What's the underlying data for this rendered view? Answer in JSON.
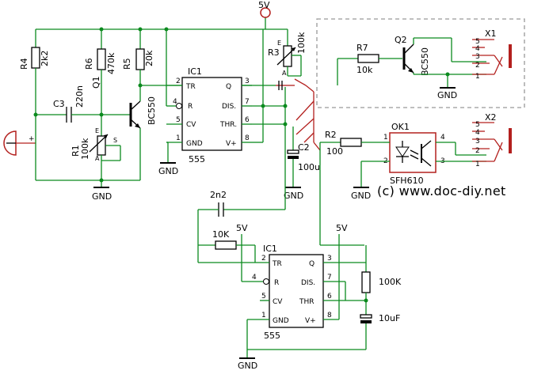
{
  "supply": {
    "top": "5V",
    "bot_a": "5V",
    "bot_b": "5V"
  },
  "ground": {
    "label": "GND"
  },
  "ic_top": {
    "name": "IC1",
    "part": "555",
    "pins": {
      "tr": "TR",
      "q": "Q",
      "r": "R",
      "dis": "DIS.",
      "cv": "CV",
      "thr": "THR.",
      "gnd": "GND",
      "vplus": "V+"
    },
    "pin_numbers": {
      "tr": "2",
      "q": "3",
      "r": "4",
      "dis": "7",
      "cv": "5",
      "thr": "6",
      "gnd": "1",
      "vplus": "8"
    }
  },
  "ic_bottom": {
    "name": "IC1",
    "part": "555",
    "pins": {
      "tr": "TR",
      "q": "Q",
      "r": "R",
      "dis": "DIS.",
      "cv": "CV",
      "thr": "THR",
      "gnd": "GND",
      "vplus": "V+"
    },
    "pin_numbers": {
      "tr": "2",
      "q": "3",
      "r": "4",
      "dis": "7",
      "cv": "5",
      "thr": "6",
      "gnd": "1",
      "vplus": "8"
    }
  },
  "components": {
    "r4": {
      "name": "R4",
      "value": "2k2"
    },
    "r6": {
      "name": "R6",
      "value": "470k"
    },
    "r5": {
      "name": "R5",
      "value": "20k"
    },
    "q1": {
      "name": "Q1",
      "value": "BC550"
    },
    "c3": {
      "name": "C3",
      "value": "220n"
    },
    "r1": {
      "name": "R1",
      "value": "100k",
      "pin_e": "E",
      "pin_s": "S",
      "pin_a": "A"
    },
    "r3": {
      "name": "R3",
      "value": "100k",
      "pin_e": "E",
      "pin_a": "A"
    },
    "c2": {
      "name": "C2",
      "value": "100u"
    },
    "r7": {
      "name": "R7",
      "value": "10k"
    },
    "q2": {
      "name": "Q2",
      "value": "BC550"
    },
    "r2": {
      "name": "R2",
      "value": "100"
    },
    "ok1": {
      "name": "OK1",
      "value": "SFH610",
      "pins": [
        "1",
        "2",
        "3",
        "4"
      ]
    },
    "x1": {
      "name": "X1",
      "pins": [
        "1",
        "2",
        "3",
        "4",
        "5"
      ]
    },
    "x2": {
      "name": "X2",
      "pins": [
        "1",
        "2",
        "3",
        "4",
        "5"
      ]
    },
    "c_2n2": {
      "value": "2n2"
    },
    "r_10k": {
      "value": "10K"
    },
    "r_100k": {
      "value": "100K"
    },
    "c_10uf": {
      "value": "10uF"
    }
  },
  "microphone": {
    "polarity": "+"
  },
  "watermark": "(c) www.doc-diy.net"
}
